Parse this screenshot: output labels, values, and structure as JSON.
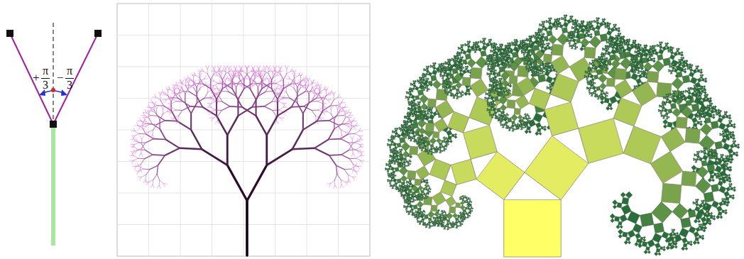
{
  "diagram": {
    "labels": [
      "+",
      "π",
      "3",
      "−",
      "π",
      "3"
    ]
  }
}
